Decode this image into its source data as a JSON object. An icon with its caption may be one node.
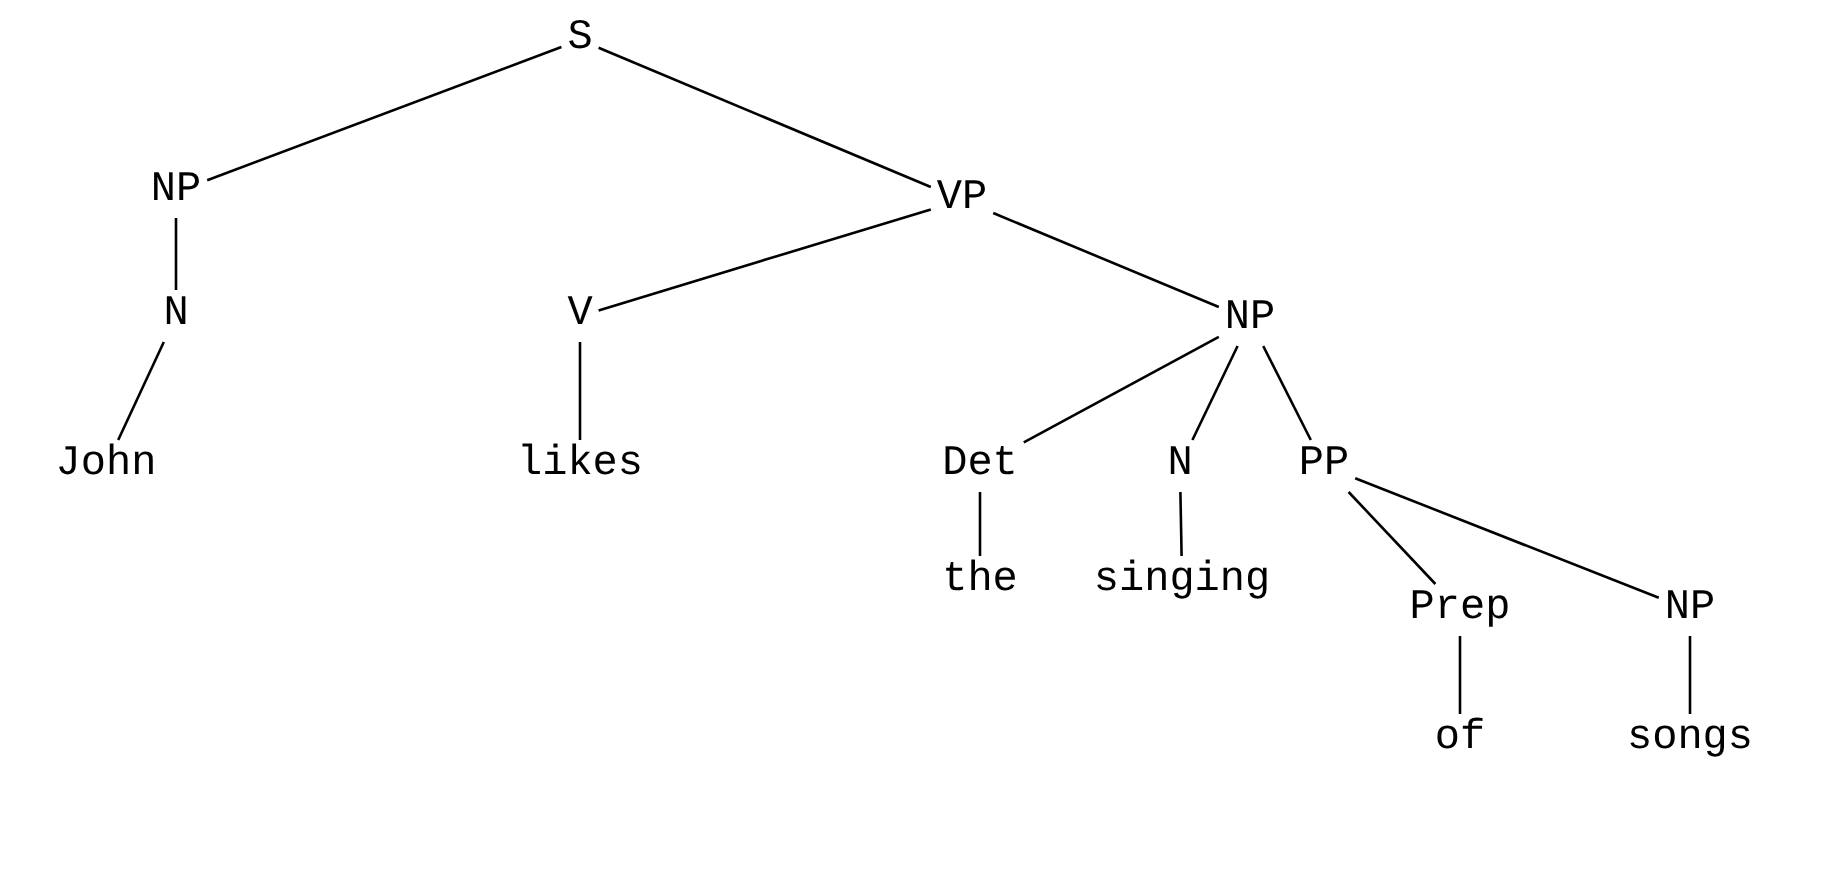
{
  "diagram": {
    "nodes": [
      {
        "text": [
          "S"
        ]
      },
      {
        "text": [
          "NP"
        ]
      },
      {
        "text": [
          "VP"
        ]
      },
      {
        "text": [
          "N"
        ]
      },
      {
        "text": [
          "V"
        ]
      },
      {
        "text": [
          "NP"
        ]
      },
      {
        "text": [
          "John"
        ]
      },
      {
        "text": [
          "likes"
        ]
      },
      {
        "text": [
          "Det"
        ]
      },
      {
        "text": [
          "N"
        ]
      },
      {
        "text": [
          "PP"
        ]
      },
      {
        "text": [
          "the"
        ]
      },
      {
        "text": [
          "singing"
        ]
      },
      {
        "text": [
          "Prep"
        ]
      },
      {
        "text": [
          "NP"
        ]
      },
      {
        "text": [
          "of"
        ]
      },
      {
        "text": [
          "songs"
        ]
      }
    ],
    "edges": [
      {
        "from": 0,
        "to": 1,
        "arrow": "none"
      },
      {
        "from": 0,
        "to": 2,
        "arrow": "none"
      },
      {
        "from": 1,
        "to": 3,
        "arrow": "none"
      },
      {
        "from": 3,
        "to": 6,
        "arrow": "none"
      },
      {
        "from": 2,
        "to": 4,
        "arrow": "none"
      },
      {
        "from": 2,
        "to": 5,
        "arrow": "none"
      },
      {
        "from": 4,
        "to": 7,
        "arrow": "none"
      },
      {
        "from": 5,
        "to": 8,
        "arrow": "none"
      },
      {
        "from": 5,
        "to": 9,
        "arrow": "none"
      },
      {
        "from": 5,
        "to": 10,
        "arrow": "none"
      },
      {
        "from": 8,
        "to": 11,
        "arrow": "none"
      },
      {
        "from": 9,
        "to": 12,
        "arrow": "none"
      },
      {
        "from": 10,
        "to": 13,
        "arrow": "none"
      },
      {
        "from": 10,
        "to": 14,
        "arrow": "none"
      },
      {
        "from": 13,
        "to": 15,
        "arrow": "none"
      },
      {
        "from": 14,
        "to": 16,
        "arrow": "none"
      }
    ]
  }
}
